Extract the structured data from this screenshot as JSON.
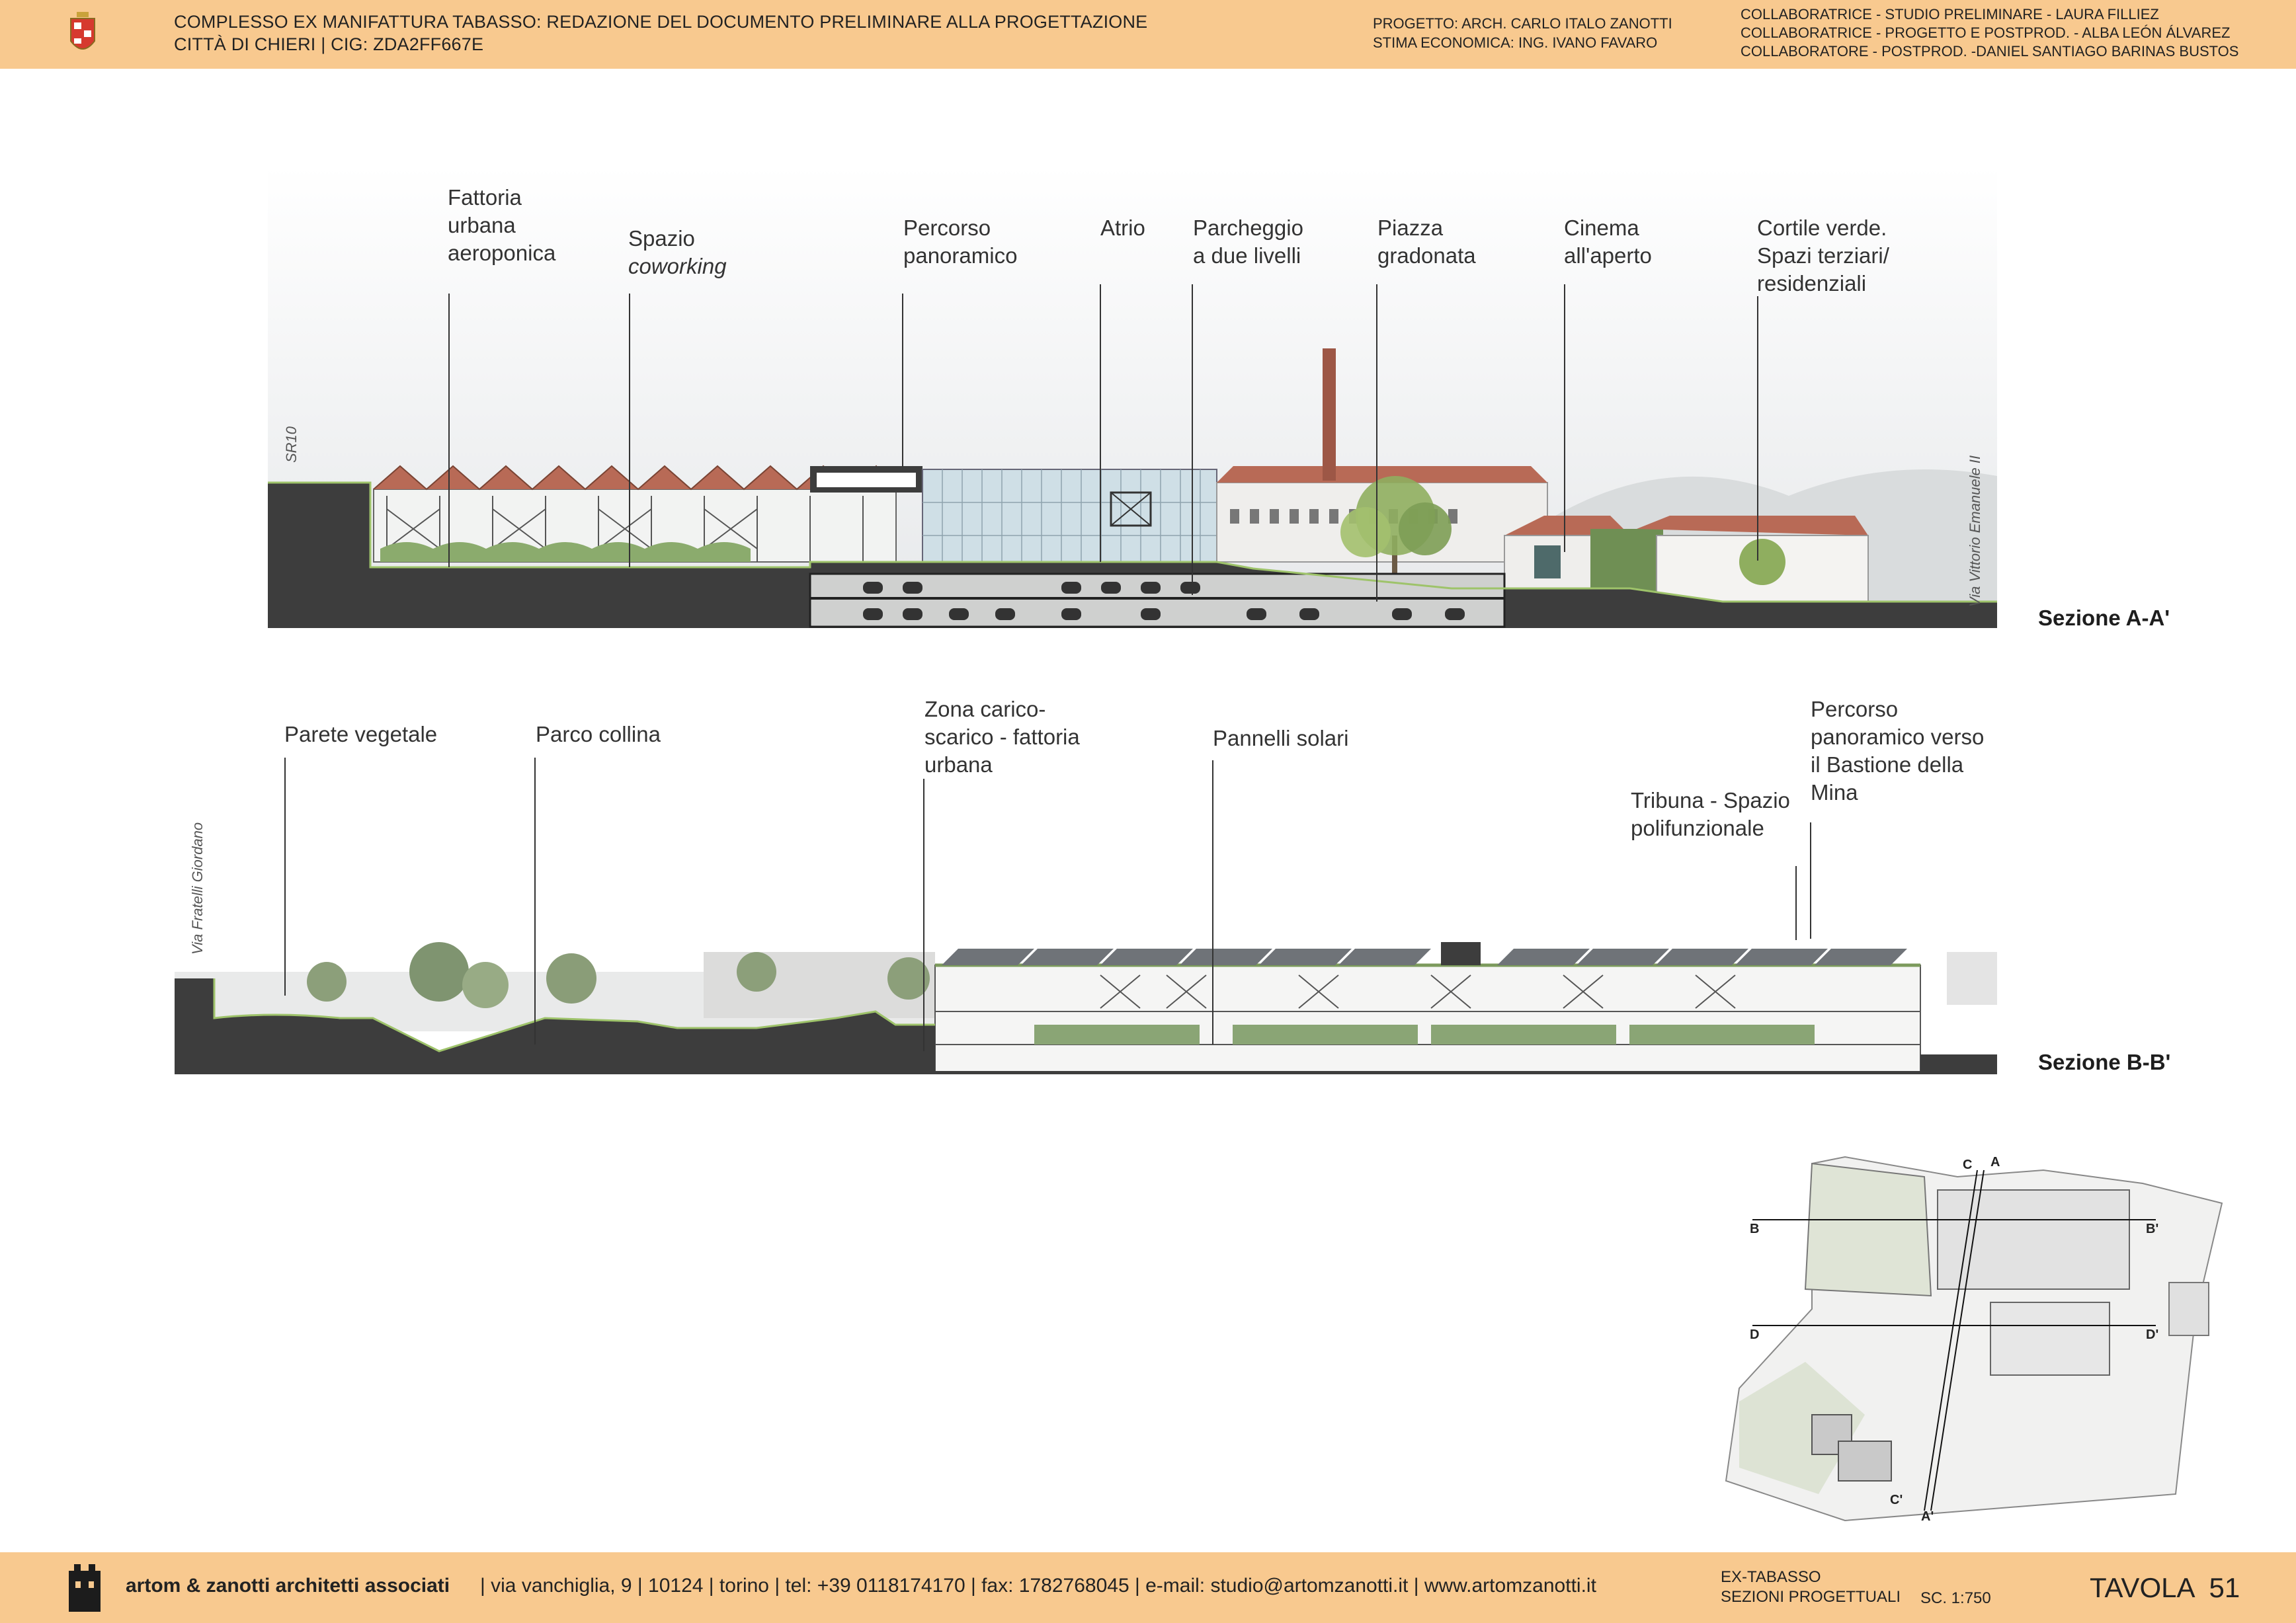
{
  "header": {
    "title_line1": "COMPLESSO EX MANIFATTURA TABASSO: REDAZIONE DEL DOCUMENTO PRELIMINARE ALLA PROGETTAZIONE",
    "title_line2": "CITTÀ DI CHIERI  |  CIG: ZDA2FF667E",
    "project_line1": "PROGETTO: ARCH. CARLO ITALO ZANOTTI",
    "project_line2": "STIMA ECONOMICA: ING. IVANO FAVARO",
    "collab_line1": "COLLABORATRICE - STUDIO PRELIMINARE - LAURA FILLIEZ",
    "collab_line2": "COLLABORATRICE - PROGETTO E POSTPROD. - ALBA LEÓN ÁLVAREZ",
    "collab_line3": "COLLABORATORE - POSTPROD. -DANIEL SANTIAGO BARINAS BUSTOS"
  },
  "section_a": {
    "title": "Sezione A-A'",
    "street_left": "SR10",
    "street_right": "Via Vittorio Emanuele II",
    "labels": {
      "fattoria_1": "Fattoria",
      "fattoria_2": "urbana",
      "fattoria_3": "aeroponica",
      "spazio_1": "Spazio",
      "spazio_2": "coworking",
      "percorso_1": "Percorso",
      "percorso_2": "panoramico",
      "atrio": "Atrio",
      "parcheggio_1": "Parcheggio",
      "parcheggio_2": "a due livelli",
      "piazza_1": "Piazza",
      "piazza_2": "gradonata",
      "cinema_1": "Cinema",
      "cinema_2": "all'aperto",
      "cortile_1": "Cortile verde.",
      "cortile_2": "Spazi terziari/",
      "cortile_3": "residenziali"
    }
  },
  "section_b": {
    "title": "Sezione B-B'",
    "street_left": "Via Fratelli Giordano",
    "labels": {
      "parete": "Parete vegetale",
      "parco": "Parco collina",
      "zona_1": "Zona carico-",
      "zona_2": "scarico - fattoria",
      "zona_3": "urbana",
      "pannelli": "Pannelli solari",
      "tribuna_1": "Tribuna - Spazio",
      "tribuna_2": "polifunzionale",
      "perc_1": "Percorso",
      "perc_2": "panoramico verso",
      "perc_3": "il Bastione della",
      "perc_4": "Mina"
    }
  },
  "key_plan": {
    "marks": [
      "A",
      "A'",
      "B",
      "B'",
      "C",
      "C'",
      "D",
      "D'"
    ]
  },
  "footer": {
    "firm": "artom & zanotti architetti associati",
    "contacts": "| via vanchiglia, 9 | 10124 | torino | tel: +39 0118174170 | fax: 1782768045 | e-mail: studio@artomzanotti.it | www.artomzanotti.it",
    "project_line1": "EX-TABASSO",
    "project_line2": "SEZIONI PROGETTUALI",
    "scale": "SC. 1:750",
    "sheet": "TAVOLA  51"
  },
  "colors": {
    "band": "#f8c98f",
    "ground": "#3d3d3d",
    "roof": "#b86a56",
    "green": "#7c9a5c",
    "glass": "#cfdfe6"
  }
}
